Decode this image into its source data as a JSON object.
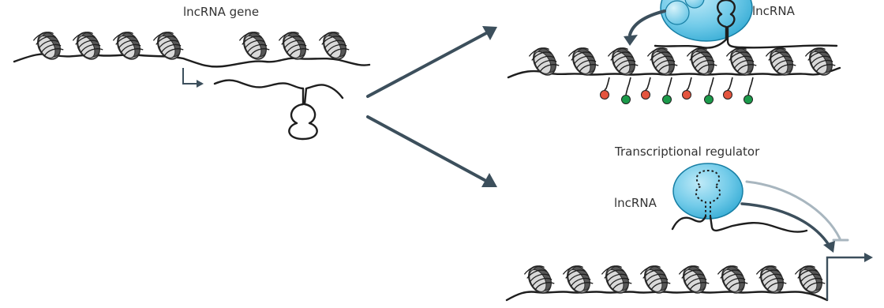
{
  "labels": {
    "gene": "lncRNA gene",
    "top_lncrna": "lncRNA",
    "regulator": "Transcriptional regulator",
    "bottom_lncrna": "lncRNA"
  },
  "colors": {
    "nucleosome_fill": "#8e8e8e",
    "nucleosome_dark": "#575757",
    "nucleosome_light": "#d9d9d9",
    "protein_fill": "#69c8e8",
    "protein_light": "#b9e9f7",
    "protein_stroke": "#167ea4",
    "arrow_dark": "#3c4f5c",
    "arrow_light": "#a8b6bf",
    "mark_red": "#e4553f",
    "mark_green": "#1b9a4a"
  },
  "icons": {
    "nucleosome": "nucleosome-icon",
    "protein": "protein-complex-icon",
    "mark": "histone-mark-icon"
  }
}
